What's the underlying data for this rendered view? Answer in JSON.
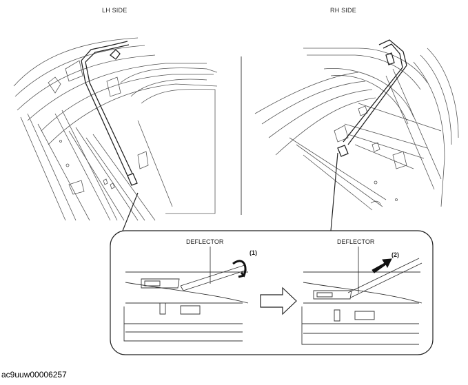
{
  "labels": {
    "lh_side": "LH SIDE",
    "rh_side": "RH SIDE",
    "deflector_left": "DEFLECTOR",
    "deflector_right": "DEFLECTOR",
    "step1": "(1)",
    "step2": "(2)"
  },
  "caption": "ac9uuw00006257"
}
